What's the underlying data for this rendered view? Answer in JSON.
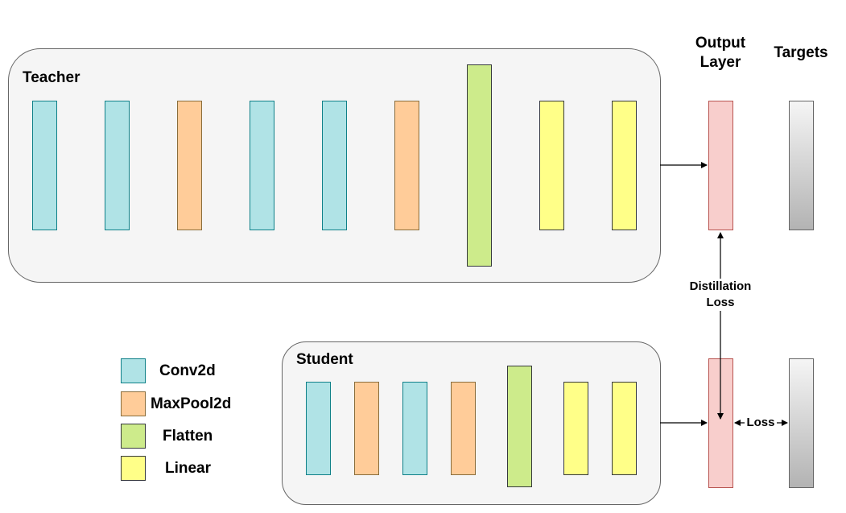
{
  "teacher": {
    "title": "Teacher"
  },
  "student": {
    "title": "Student"
  },
  "header": {
    "output_layer": "Output Layer",
    "targets": "Targets"
  },
  "edges": {
    "distillation_loss": "Distillation Loss",
    "loss": "Loss"
  },
  "legend": {
    "items": [
      {
        "label": "Conv2d",
        "color": "#b0e3e6"
      },
      {
        "label": "MaxPool2d",
        "color": "#ffcc99"
      },
      {
        "label": "Flatten",
        "color": "#cdeb8b"
      },
      {
        "label": "Linear",
        "color": "#ffff88"
      }
    ]
  },
  "colors": {
    "conv2d": "#b0e3e6",
    "maxpool2d": "#ffcc99",
    "flatten": "#cdeb8b",
    "linear": "#ffff88",
    "output": "#f8cecc",
    "panel": "#f5f5f5"
  }
}
